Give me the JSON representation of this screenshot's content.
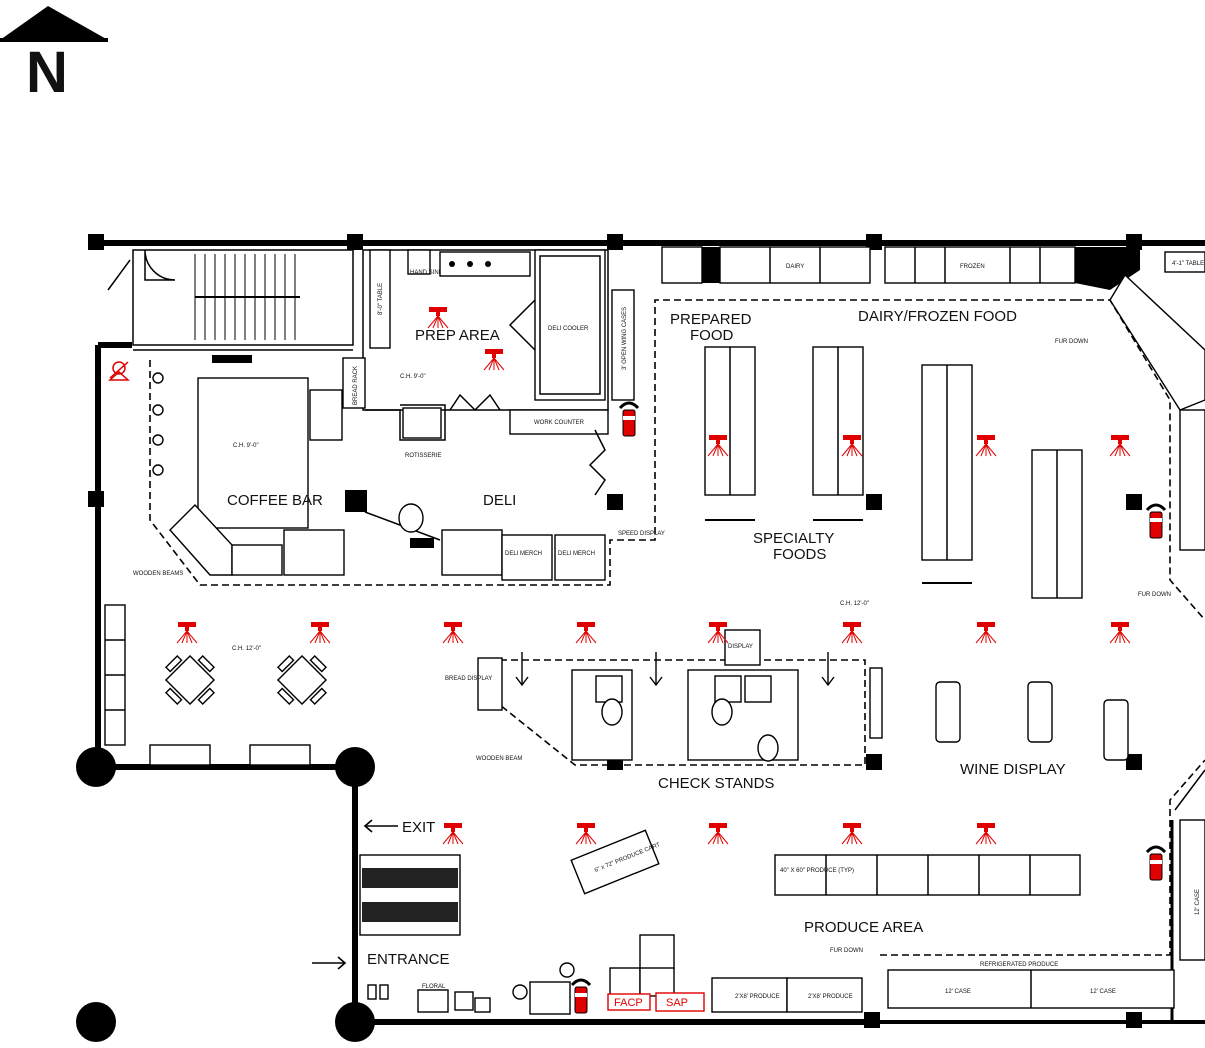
{
  "north": {
    "letter": "N"
  },
  "rooms": {
    "prep_area": "PREP AREA",
    "coffee_bar": "COFFEE BAR",
    "deli": "DELI",
    "prepared_food_1": "PREPARED",
    "prepared_food_2": "FOOD",
    "dairy_frozen": "DAIRY/FROZEN FOOD",
    "specialty_1": "SPECIALTY",
    "specialty_2": "FOODS",
    "check_stands": "CHECK STANDS",
    "wine_display": "WINE DISPLAY",
    "produce_area": "PRODUCE AREA",
    "exit": "EXIT",
    "entrance": "ENTRANCE"
  },
  "small_labels": {
    "dairy": "DAIRY",
    "frozen": "FROZEN",
    "work_counter": "WORK COUNTER",
    "rotisserie": "ROTISSERIE",
    "deli_cooler": "DELI COOLER",
    "table_8": "8'-0\" TABLE",
    "table_4": "4'-1\" TABLE",
    "bread_rack": "BREAD RACK",
    "hand_sink": "HAND SINK",
    "ch_prep": "C.H. 9'-0\"",
    "ch_coffee": "C.H. 9'-0\"",
    "ch_floor": "C.H. 12'-0\"",
    "ch_right": "C.H. 12'-0\"",
    "wooden_beams": "WOODEN BEAMS",
    "wooden_beam": "WOODEN BEAM",
    "fur_down_top": "FUR DOWN",
    "fur_down_right": "FUR DOWN",
    "fur_down_bottom": "FUR DOWN",
    "display": "DISPLAY",
    "bread_display": "BREAD DISPLAY",
    "speed_display": "SPEED DISPLAY",
    "deli_merch_1": "DELI MERCH",
    "deli_merch_2": "DELI MERCH",
    "produce_cart": "6\" x 72\" PRODUCE CART",
    "produce_typ": "40\" X 60\" PRODUCE (TYP)",
    "case_1": "12' CASE",
    "case_2": "12' CASE",
    "floral": "FLORAL",
    "produce_1": "2'X8' PRODUCE",
    "produce_2": "2'X8' PRODUCE",
    "refrig_produce": "REFRIGERATED PRODUCE",
    "open_wing_cases": "3' OPEN WING CASES",
    "case_right": "12' CASE"
  },
  "panels": {
    "facp": "FACP",
    "sap": "SAP"
  },
  "colors": {
    "ink": "#000000",
    "fire_red": "#e00000"
  },
  "symbols": {
    "sprinkler": "sprinkler-head-icon",
    "extinguisher": "fire-extinguisher-icon",
    "north": "north-arrow-icon"
  }
}
